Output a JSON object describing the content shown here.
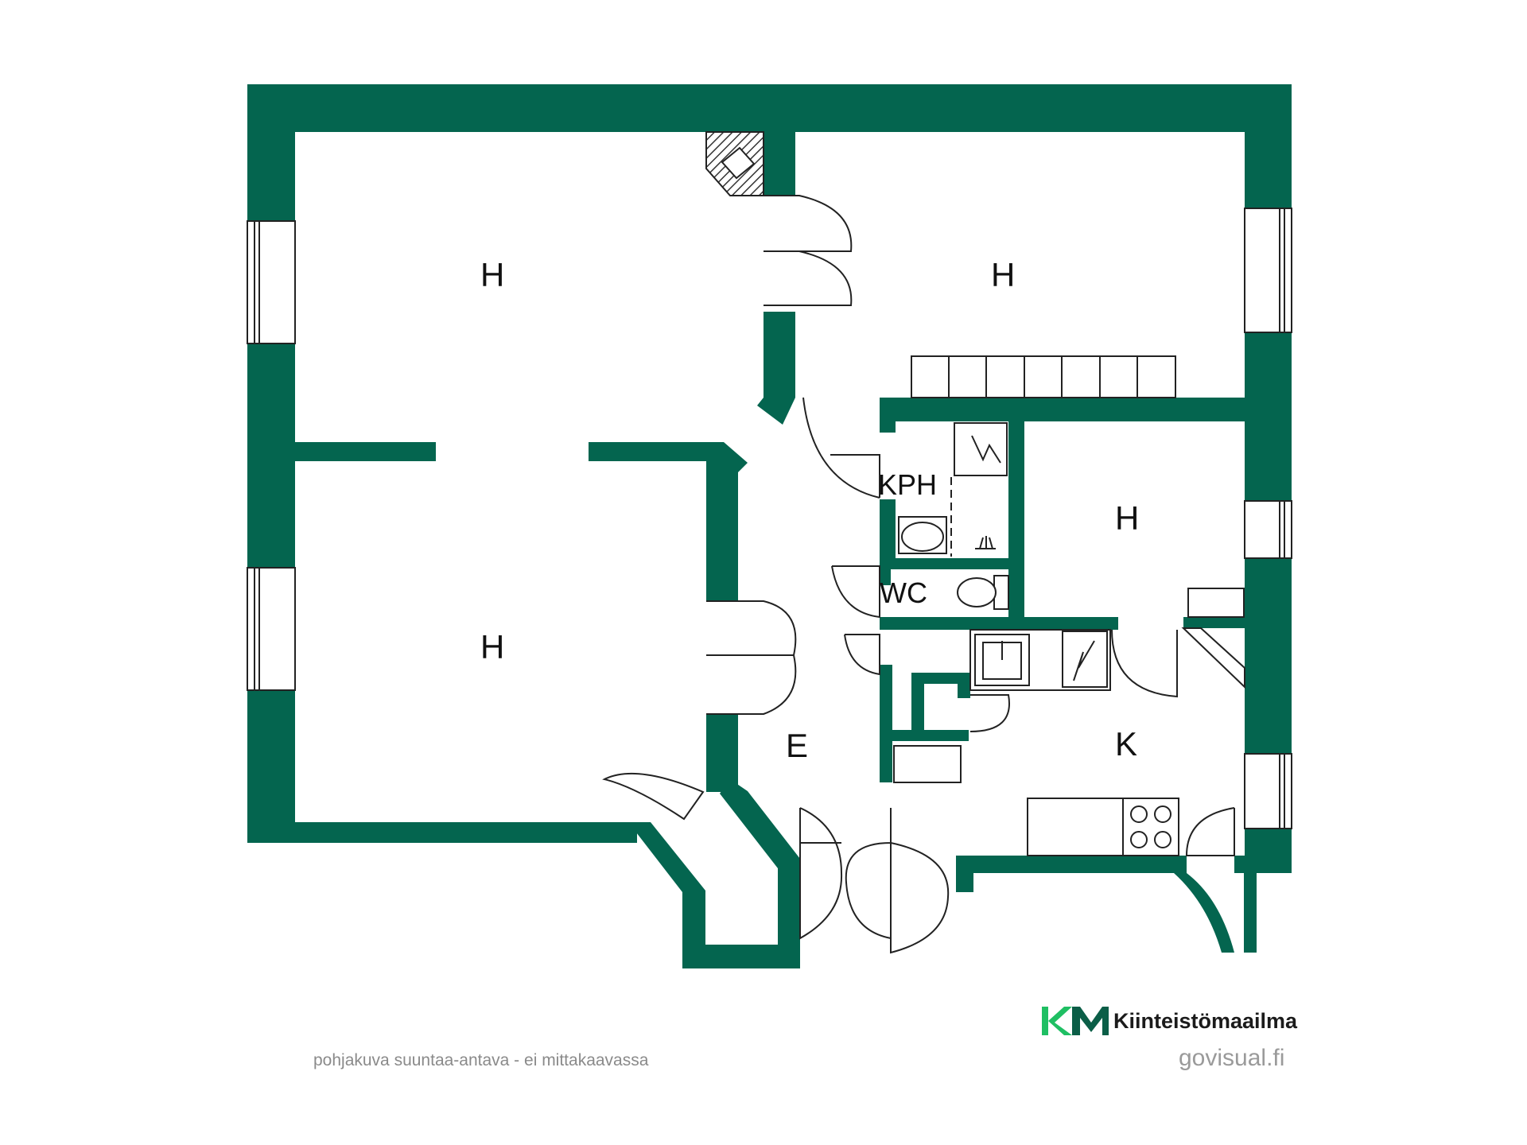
{
  "colors": {
    "wall": "#04654f",
    "fixture_stroke": "#222222",
    "brand_green": "#1fbf63",
    "brand_dark": "#0b5e47"
  },
  "rooms": [
    {
      "id": "bedroom-top-left",
      "label": "H"
    },
    {
      "id": "bedroom-top-right",
      "label": "H"
    },
    {
      "id": "bedroom-bottom-left",
      "label": "H"
    },
    {
      "id": "bathroom",
      "label": "KPH"
    },
    {
      "id": "bedroom-middle-right",
      "label": "H"
    },
    {
      "id": "toilet",
      "label": "WC"
    },
    {
      "id": "hallway",
      "label": "E"
    },
    {
      "id": "kitchen",
      "label": "K"
    }
  ],
  "footer": {
    "disclaimer": "pohjakuva suuntaa-antava - ei mittakaavassa",
    "brand_mark": "KM",
    "brand_name": "Kiinteistömaailma",
    "producer": "govisual.fi"
  },
  "icons": {
    "electric_panel": "lightning-icon",
    "sink": "sink-icon",
    "toilet": "toilet-icon",
    "stove": "stove-icon",
    "fireplace": "fireplace-icon"
  }
}
